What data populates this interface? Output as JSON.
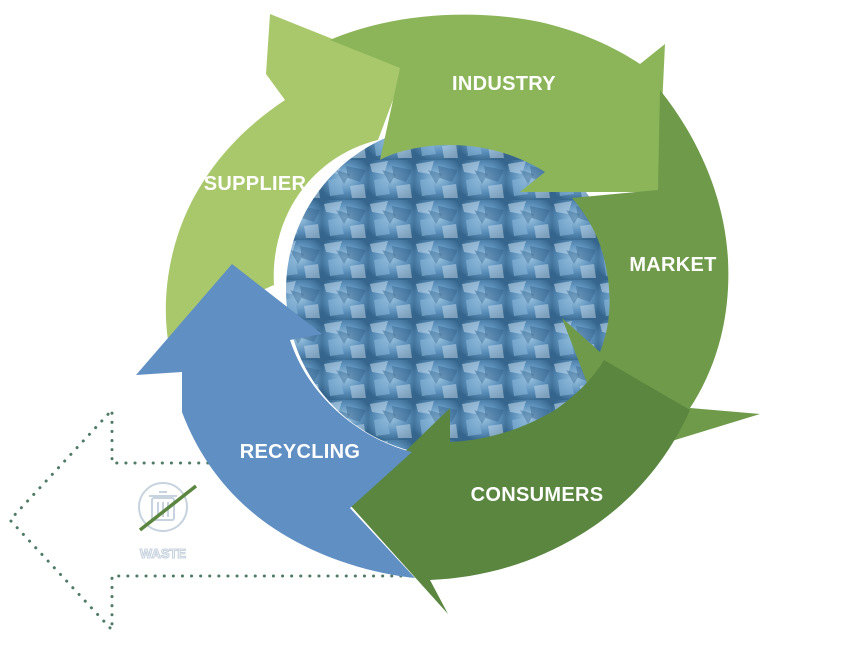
{
  "cycle": {
    "stages": [
      {
        "id": "industry",
        "label": "INDUSTRY",
        "color": "#8cb55a"
      },
      {
        "id": "market",
        "label": "MARKET",
        "color": "#6e9a49"
      },
      {
        "id": "consumers",
        "label": "CONSUMERS",
        "color": "#5a8640"
      },
      {
        "id": "recycling",
        "label": "RECYCLING",
        "color": "#5f8fc3"
      },
      {
        "id": "supplier",
        "label": "SUPPLIER",
        "color": "#a9c86b"
      }
    ],
    "center_image": {
      "description_icon": "plastic-flakes-image",
      "color": "#6fa0c8"
    }
  },
  "waste": {
    "label": "WASTE",
    "icon": "crossed-out-trash-bin-icon",
    "dot_color": "#4f7a66"
  }
}
